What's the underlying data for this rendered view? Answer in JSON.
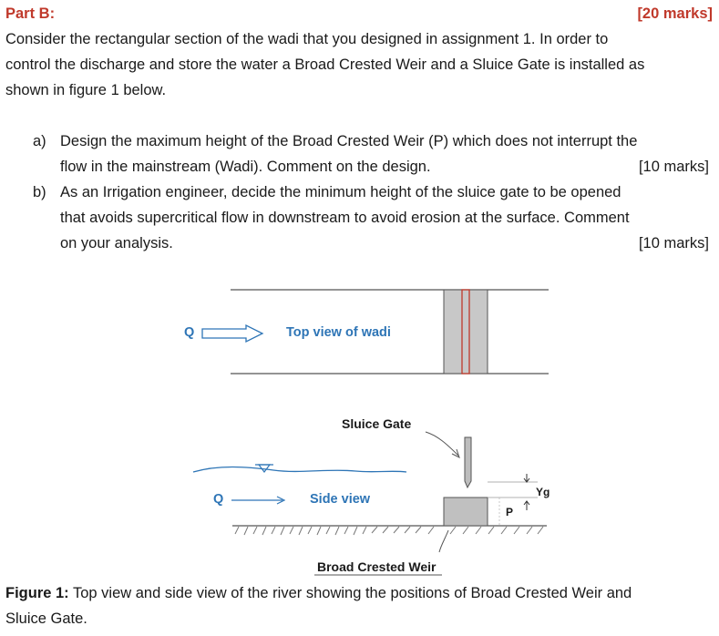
{
  "header": {
    "part": "Part B:",
    "marks": "[20 marks]"
  },
  "intro": {
    "line1": "Consider the rectangular section of the wadi that you designed in assignment 1. In order to",
    "line2": "control the discharge and store the water a Broad Crested Weir and a Sluice Gate is installed as",
    "line3": "shown in figure 1 below."
  },
  "questions": [
    {
      "label": "a)",
      "line1": "Design the maximum height of the Broad Crested Weir (P) which does not interrupt the",
      "line2": "flow in the mainstream (Wadi). Comment on the design.",
      "marks": "[10 marks]"
    },
    {
      "label": "b)",
      "line1": "As an Irrigation engineer, decide the minimum height of the sluice gate to be opened",
      "line2": "that avoids supercritical flow in downstream to avoid erosion at the surface. Comment",
      "line3": "on your analysis.",
      "marks": "[10 marks]"
    }
  ],
  "figure": {
    "top_view": {
      "q_label": "Q",
      "title": "Top view of wadi"
    },
    "side_view": {
      "q_label": "Q",
      "title": "Side view",
      "sluice_gate_label": "Sluice Gate",
      "yg_label": "Yg",
      "p_label": "P",
      "weir_label": "Broad Crested Weir"
    },
    "caption_bold": "Figure 1:",
    "caption_line1": " Top view and side view of the river showing the positions of Broad Crested Weir and",
    "caption_line2": "Sluice Gate."
  },
  "colors": {
    "red": "#c0392b",
    "blue": "#2e75b6",
    "gray_fill": "#c0c0c0"
  }
}
